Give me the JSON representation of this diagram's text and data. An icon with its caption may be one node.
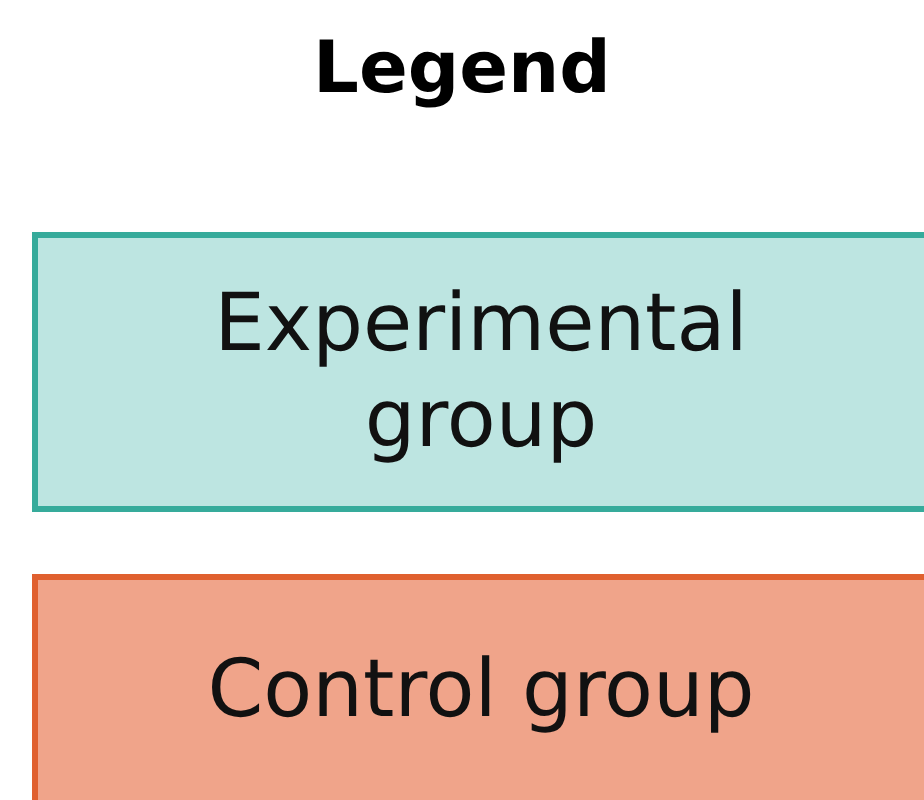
{
  "diagram": {
    "title": "Legend",
    "legend": [
      {
        "text": "Experimental group",
        "color": "#bde5e1"
      },
      {
        "text": "Control group",
        "color": "#f0a48a"
      }
    ]
  }
}
